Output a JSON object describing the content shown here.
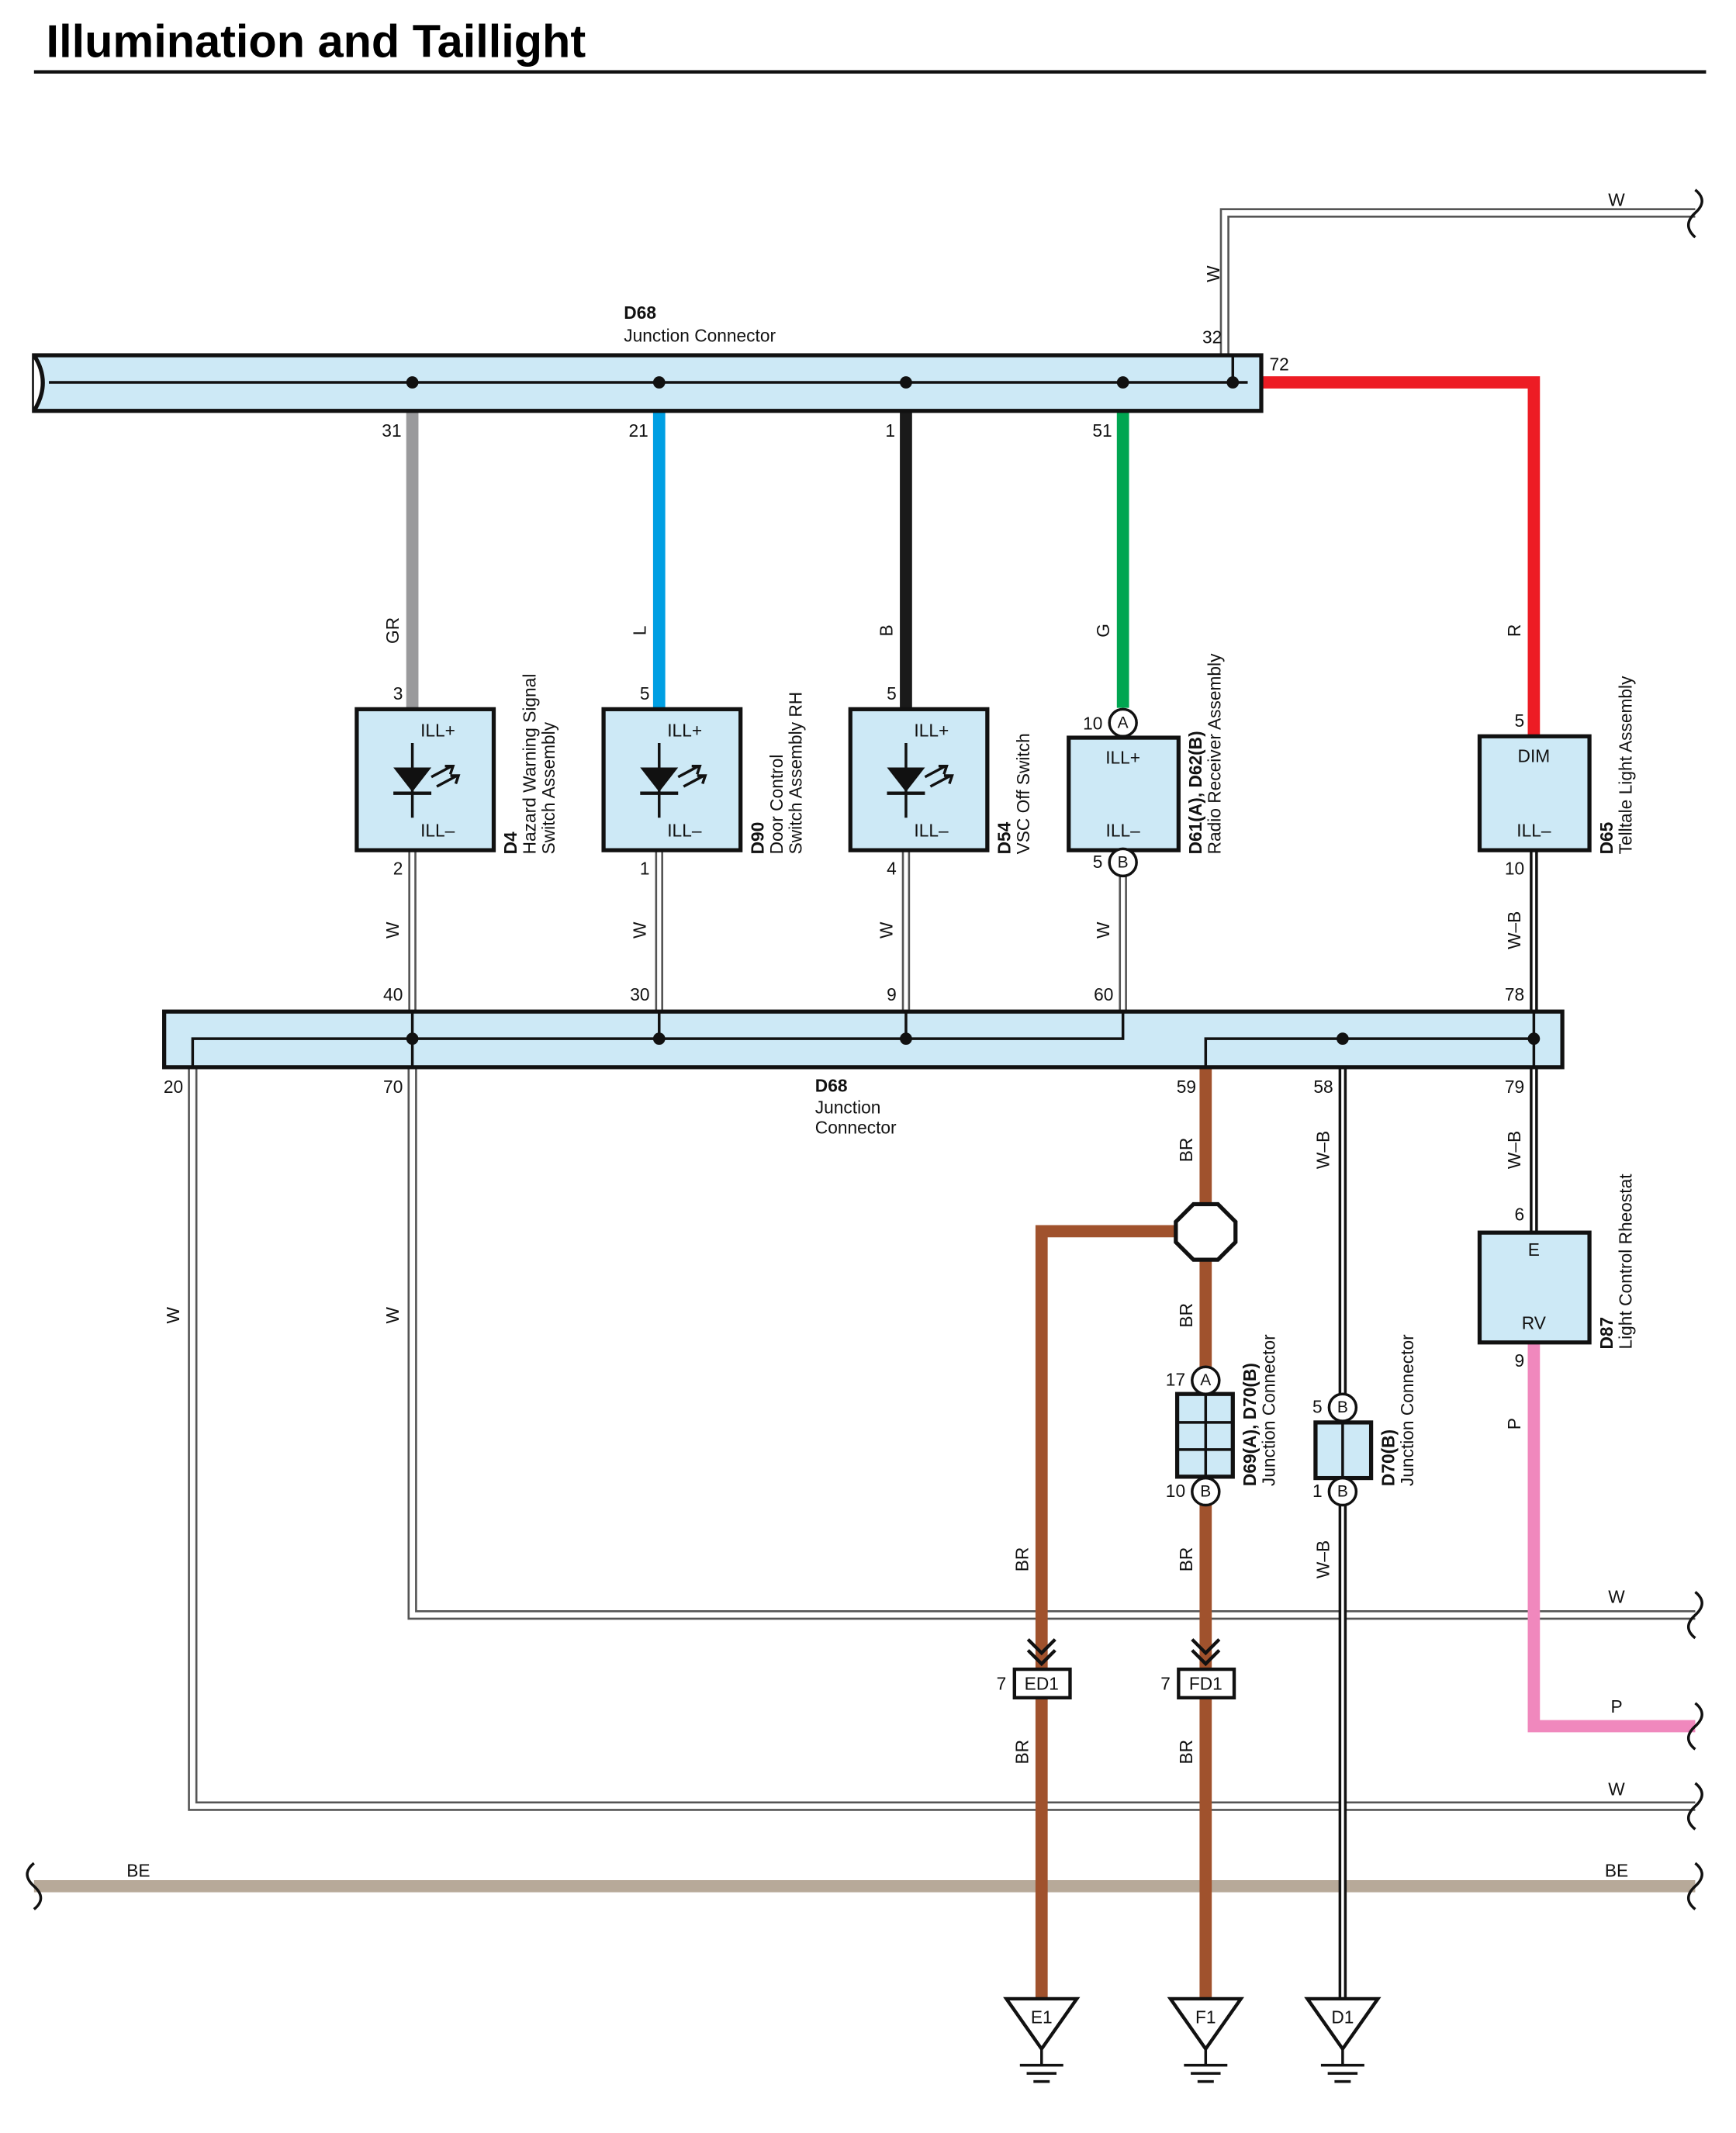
{
  "title": "Illumination and Taillight",
  "colors": {
    "GR": "#9a9a9c",
    "L": "#009fe3",
    "B": "#1a1a1a",
    "G": "#00a651",
    "R": "#ed1c24",
    "BR": "#a0522d",
    "P": "#f088bd",
    "BE": "#b7a999",
    "W": "#ffffff",
    "connector_fill": "#cde9f6"
  },
  "junction_top": {
    "code": "D68",
    "name": "Junction Connector",
    "pins": [
      "31",
      "21",
      "1",
      "51",
      "32",
      "72"
    ]
  },
  "junction_bottom": {
    "code": "D68",
    "name1": "Junction",
    "name2": "Connector",
    "pins": [
      "40",
      "30",
      "9",
      "60",
      "78",
      "20",
      "70",
      "59",
      "58",
      "79"
    ]
  },
  "components": [
    {
      "code": "D4",
      "line1": "Hazard Warning Signal",
      "line2": "Switch Assembly",
      "pin_in": "3",
      "pin_out": "2",
      "t_in": "ILL+",
      "t_out": "ILL–",
      "wire_in": "GR",
      "wire_out": "W"
    },
    {
      "code": "D90",
      "line1": "Door Control",
      "line2": "Switch Assembly RH",
      "pin_in": "5",
      "pin_out": "1",
      "t_in": "ILL+",
      "t_out": "ILL–",
      "wire_in": "L",
      "wire_out": "W"
    },
    {
      "code": "D54",
      "line1": "VSC Off Switch",
      "line2": "",
      "pin_in": "5",
      "pin_out": "4",
      "t_in": "ILL+",
      "t_out": "ILL–",
      "wire_in": "B",
      "wire_out": "W"
    },
    {
      "code": "D61(A), D62(B)",
      "line1": "Radio Receiver Assembly",
      "line2": "",
      "pin_in": "10",
      "pin_out": "5",
      "conn_in": "A",
      "conn_out": "B",
      "t_in": "ILL+",
      "t_out": "ILL–",
      "wire_in": "G",
      "wire_out": "W"
    },
    {
      "code": "D65",
      "line1": "Telltale Light Assembly",
      "line2": "",
      "pin_in": "5",
      "pin_out": "10",
      "t_in": "DIM",
      "t_out": "ILL–",
      "wire_in": "R",
      "wire_out": "W–B"
    },
    {
      "code": "D87",
      "line1": "Light Control Rheostat",
      "line2": "",
      "pin_in": "6",
      "pin_out": "9",
      "t_in": "E",
      "t_out": "RV",
      "wire_in": "W–B",
      "wire_out": "P"
    }
  ],
  "junction_d69": {
    "code": "D69(A), D70(B)",
    "name": "Junction Connector",
    "pin_top": "17",
    "pin_bot": "10",
    "conn_top": "A",
    "conn_bot": "B"
  },
  "junction_d70": {
    "code": "D70(B)",
    "name": "Junction Connector",
    "pin_top": "5",
    "pin_bot": "1",
    "conn_top": "B",
    "conn_bot": "B"
  },
  "ground_connectors": [
    {
      "code": "ED1",
      "pin": "7"
    },
    {
      "code": "FD1",
      "pin": "7"
    }
  ],
  "grounds": [
    "E1",
    "F1",
    "D1"
  ],
  "wire_labels": {
    "w": "W",
    "gr": "GR",
    "l": "L",
    "b": "B",
    "g": "G",
    "r": "R",
    "wb": "W–B",
    "br": "BR",
    "p": "P",
    "be": "BE"
  }
}
